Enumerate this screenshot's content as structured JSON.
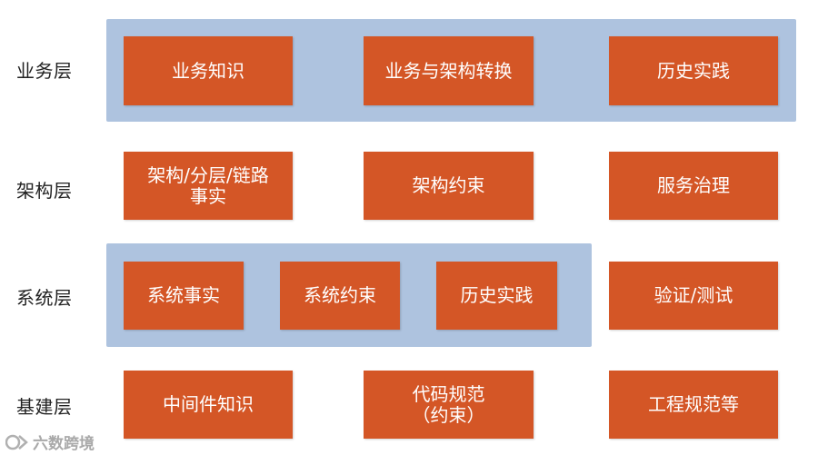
{
  "layers": [
    {
      "label": "业务层",
      "items": [
        "业务知识",
        "业务与架构转换",
        "历史实践"
      ]
    },
    {
      "label": "架构层",
      "items": [
        "架构/分层/链路\n事实",
        "架构约束",
        "服务治理"
      ]
    },
    {
      "label": "系统层",
      "items": [
        "系统事实",
        "系统约束",
        "历史实践",
        "验证/测试"
      ]
    },
    {
      "label": "基建层",
      "items": [
        "中间件知识",
        "代码规范\n（约束）",
        "工程规范等"
      ]
    }
  ],
  "watermark": {
    "text": "六数跨境",
    "icon": "logo-icon"
  },
  "colors": {
    "box": "#d45626",
    "layer_background": "#aec3df",
    "text_on_box": "#ffffff",
    "label_text": "#222222"
  }
}
